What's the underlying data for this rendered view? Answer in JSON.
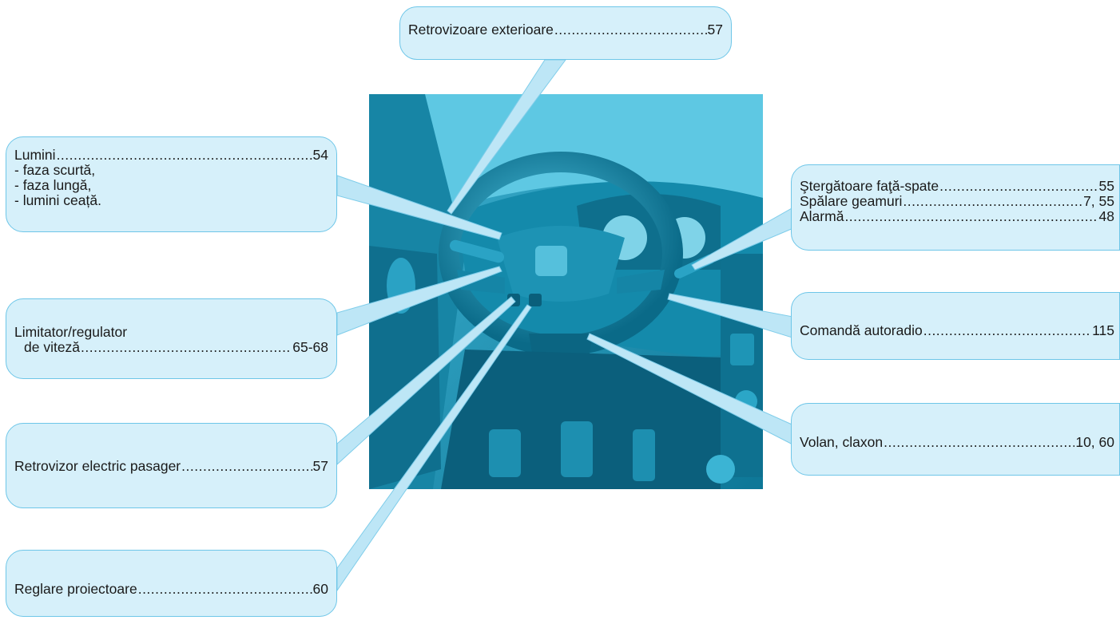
{
  "colors": {
    "callout_fill": "#d6f0fa",
    "callout_border": "#6ec6e8",
    "photo_tone": "#1f97b8",
    "leader_line": "#9ad8ef"
  },
  "callouts": {
    "mirrors": {
      "label": "Retrovizoare exterioare",
      "page": "57"
    },
    "lights": {
      "label": "Lumini",
      "page": "54",
      "items": [
        "- faza scurtă,",
        "- faza lungă,",
        "- lumini ceață."
      ]
    },
    "speed": {
      "label_line1": "Limitator/regulator",
      "label_line2": "de viteză",
      "page": "65-68"
    },
    "passenger_mirror": {
      "label": "Retrovizor electric pasager",
      "page": "57"
    },
    "headlamp_adjust": {
      "label": "Reglare proiectoare",
      "page": "60"
    },
    "wipers": {
      "rows": [
        {
          "label": "Ştergătoare faţă-spate",
          "page": "55"
        },
        {
          "label": "Spălare geamuri",
          "page": "7, 55"
        },
        {
          "label": "Alarmă",
          "page": "48"
        }
      ]
    },
    "radio": {
      "label": "Comandă autoradio",
      "page": "115"
    },
    "wheel": {
      "label": "Volan, claxon",
      "page": "10, 60"
    }
  }
}
